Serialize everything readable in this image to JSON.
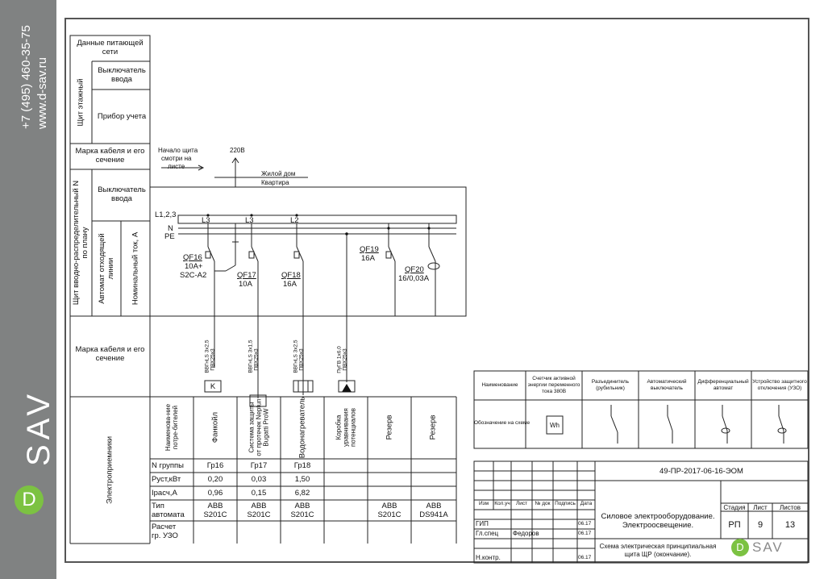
{
  "brand": {
    "phone": "+7 (495) 460-35-75",
    "site": "www.d-sav.ru",
    "logo_letter": "D",
    "logo_rest": "SAV",
    "accent_color": "#7cc242",
    "sidebar_color": "#808282"
  },
  "left_table": {
    "power_data": "Данные питающей сети",
    "floor_panel": "Щит этажный",
    "input_switch": "Выключатель ввода",
    "meter": "Прибор учета",
    "cable_mark": "Марка кабеля и его сечение",
    "main_panel": "Щит вводно-распределительный N по плану",
    "input_switch_2": "Выключатель ввода",
    "outgoing_breaker": "Автомат отходящей линии",
    "nominal_current": "Номинальный ток, А",
    "cable_mark_2": "Марка кабеля и его сечение",
    "consumers": "Электроприемники"
  },
  "schematic": {
    "start_note_1": "Начало щита",
    "start_note_2": "смотри на",
    "start_note_3": "листе",
    "voltage": "220В",
    "house_1": "Жилой дом",
    "house_2": "Квартира",
    "bus_phase": "L1,2,3",
    "bus_n": "N",
    "bus_pe": "PE",
    "phase_labels": [
      "L3",
      "L3",
      "L2"
    ],
    "breakers": [
      {
        "id": "QF16",
        "rating": "10А+",
        "extra": "S2C-A2"
      },
      {
        "id": "QF17",
        "rating": "10А",
        "extra": ""
      },
      {
        "id": "QF18",
        "rating": "16А",
        "extra": ""
      },
      {
        "id": "QF19",
        "rating": "16А",
        "extra": ""
      },
      {
        "id": "QF20",
        "rating": "16/0,03А",
        "extra": ""
      }
    ],
    "cables": [
      {
        "type": "ВВГнLS 3х2,5",
        "pipe": "ПВХ25х3",
        "end": "K"
      },
      {
        "type": "ВВГнLS 3х1,5",
        "pipe": "ПВХ25х3",
        "end": ""
      },
      {
        "type": "ВВГнLS 3х2,5",
        "pipe": "ПВХ25х3",
        "end": ""
      },
      {
        "type": "ПуГВ 1х6,0",
        "pipe": "ПВХ25х3",
        "end": ""
      }
    ]
  },
  "consumers_table": {
    "header_label": "Наименова-ние потре-бителей",
    "names": [
      "Фанкойл",
      "Система защиты от протечек Neptun Bugatti ProW",
      "Водонагреватель",
      "Коробка уравнивания потенциалов",
      "Резерв",
      "Резерв"
    ],
    "rows": [
      {
        "label": "N группы",
        "values": [
          "Гр16",
          "Гр17",
          "Гр18",
          "",
          "",
          ""
        ]
      },
      {
        "label": "Руст,кВт",
        "values": [
          "0,20",
          "0,03",
          "1,50",
          "",
          "",
          ""
        ]
      },
      {
        "label": "Iрасч,А",
        "values": [
          "0,96",
          "0,15",
          "6,82",
          "",
          "",
          ""
        ]
      },
      {
        "label_1": "Тип",
        "label_2": "автомата",
        "values_1": [
          "АВВ",
          "АВВ",
          "АВВ",
          "",
          "АВВ",
          "АВВ"
        ],
        "values_2": [
          "S201C",
          "S201C",
          "S201C",
          "",
          "S201C",
          "DS941A"
        ]
      },
      {
        "label_1": "Расчет",
        "label_2": "гр. УЗО",
        "values_1": [
          "",
          "",
          "",
          "",
          "",
          ""
        ],
        "values_2": [
          "",
          "",
          "",
          "",
          "",
          ""
        ]
      }
    ]
  },
  "legend": {
    "name_header": "Наименование",
    "symbol_row": "Обозначение на схеме",
    "meter_1": "Счетчик активной",
    "meter_2": "энергии переменного",
    "meter_3": "тока 380В",
    "meter_symbol": "Wh",
    "disc_1": "Разъединитель",
    "disc_2": "(рубильник)",
    "auto_1": "Автоматический",
    "auto_2": "выключатель",
    "diff_1": "Дифференциальный",
    "diff_2": "автомат",
    "rcd_1": "Устройство защитного",
    "rcd_2": "отключения (УЗО)"
  },
  "title_block": {
    "code": "49-ПР-2017-06-16-ЭОМ",
    "cols": [
      "Изм",
      "Кол.уч",
      "Лист",
      "№ док",
      "Подпись",
      "Дата"
    ],
    "roles": [
      {
        "role": "ГИП",
        "name": "",
        "date": "06.17"
      },
      {
        "role": "Гл.спец",
        "name": "Федоров",
        "date": "06.17"
      },
      {
        "role": "",
        "name": "",
        "date": ""
      },
      {
        "role": "Н.контр.",
        "name": "",
        "date": "06.17"
      }
    ],
    "title_1": "Силовое электрооборудование.",
    "title_2": "Электроосвещение.",
    "stage_h": "Стадия",
    "sheet_h": "Лист",
    "sheets_h": "Листов",
    "stage": "РП",
    "sheet": "9",
    "sheets": "13",
    "desc_1": "Схема электрическая принципиальная",
    "desc_2": "щита ЩР (окончание).",
    "logo_letter": "D",
    "logo_rest": "SAV"
  }
}
